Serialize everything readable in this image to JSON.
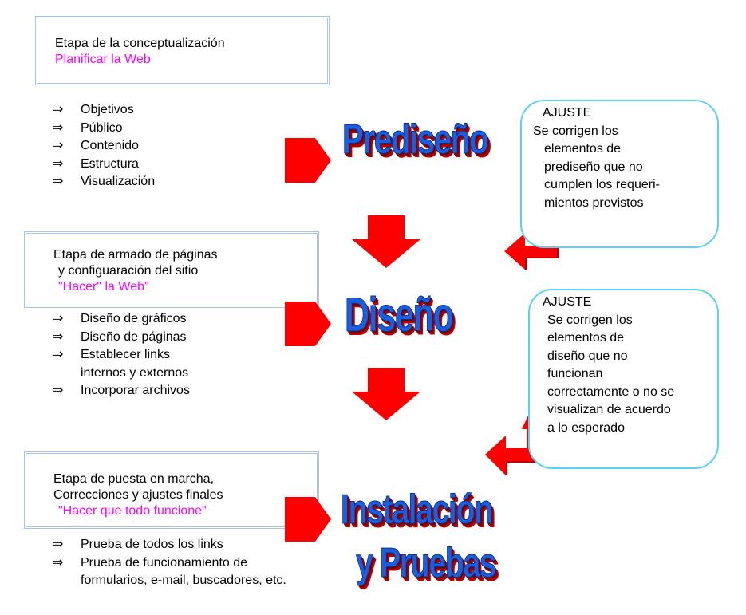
{
  "colors": {
    "accent_magenta": "#ff00ff",
    "arrow_red": "#ff0000",
    "title_blue": "#1a5fe0",
    "title_shadow": "#b00000",
    "box_border": "#aac4e6",
    "ajuste_border": "#59d3f5"
  },
  "stages": [
    {
      "line1": "Etapa de la conceptualización",
      "line2": "",
      "accent": "Planificar la Web",
      "title": "Prediseño",
      "title2": "",
      "bullets": [
        {
          "text": "Objetivos",
          "cont": ""
        },
        {
          "text": "Público",
          "cont": ""
        },
        {
          "text": "Contenido",
          "cont": ""
        },
        {
          "text": "Estructura",
          "cont": ""
        },
        {
          "text": "Visualización",
          "cont": ""
        }
      ]
    },
    {
      "line1": "Etapa de armado de páginas",
      "line2": "y configuaración del sitio",
      "accent": "\"Hacer\" la Web\"",
      "title": "Diseño",
      "title2": "",
      "bullets": [
        {
          "text": "Diseño de gráficos",
          "cont": ""
        },
        {
          "text": "Diseño de páginas",
          "cont": ""
        },
        {
          "text": "Establecer links",
          "cont": "internos y externos"
        },
        {
          "text": "Incorporar archivos",
          "cont": ""
        }
      ]
    },
    {
      "line1": "Etapa de puesta en marcha,",
      "line2": "Correcciones y ajustes finales",
      "accent": "\"Hacer que todo funcione\"",
      "title": "Instalación",
      "title2": "y Pruebas",
      "bullets": [
        {
          "text": "Prueba de todos los links",
          "cont": ""
        },
        {
          "text": "Prueba de funcionamiento  de",
          "cont": "formularios, e-mail, buscadores, etc."
        }
      ]
    }
  ],
  "bullet_glyph": "⇒",
  "ajustes": [
    {
      "heading": "AJUSTE",
      "lines": [
        "Se corrigen los",
        "elementos de",
        "prediseño que no",
        "cumplen los requeri-",
        "mientos previstos"
      ]
    },
    {
      "heading": "AJUSTE",
      "lines": [
        "Se corrigen los",
        "elementos de",
        "diseño que no",
        "funcionan",
        "correctamente o no se",
        "visualizan de acuerdo",
        "a lo esperado"
      ]
    }
  ]
}
